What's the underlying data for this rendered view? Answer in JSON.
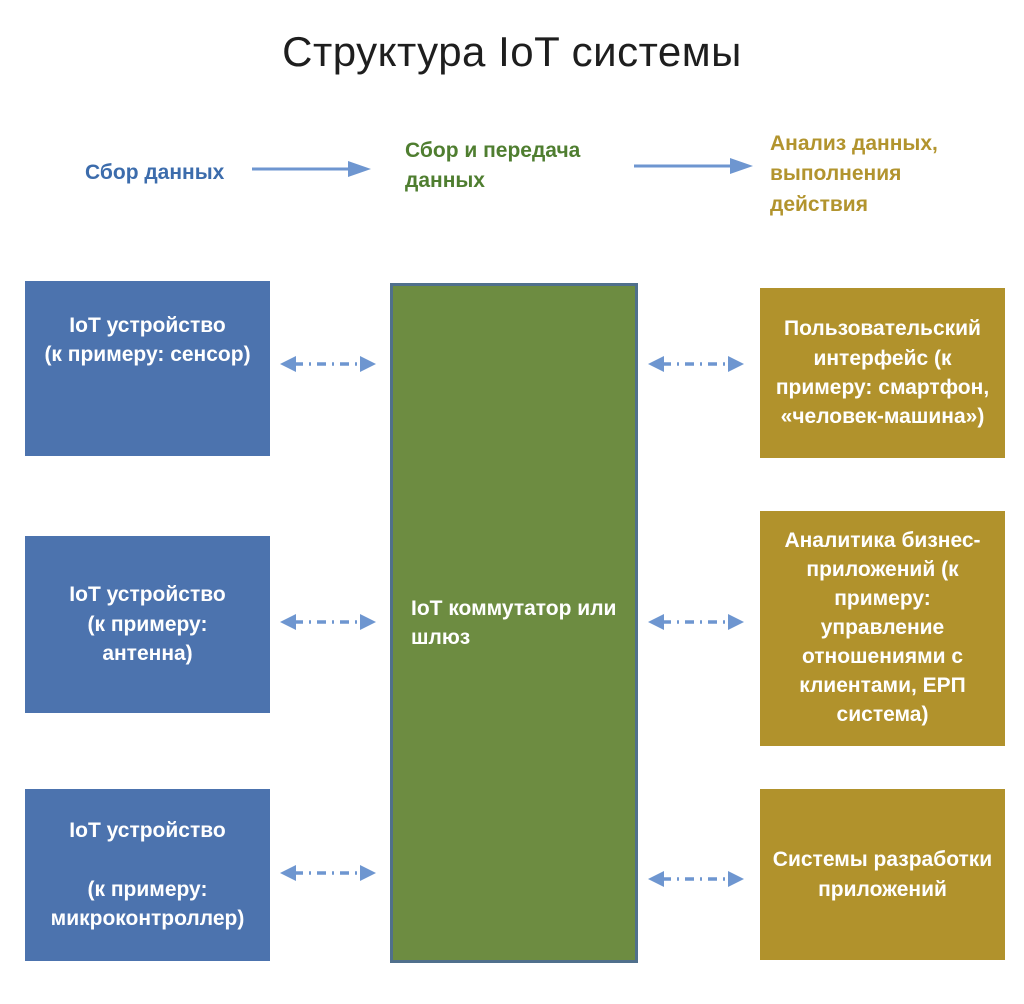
{
  "title": "Структура IoT системы",
  "colors": {
    "device_box": "#4c73ae",
    "gateway_box_fill": "#6d8c41",
    "gateway_box_border": "#50708c",
    "application_box": "#b1922c",
    "arrow": "#6e96d0",
    "stage_collect_text": "#3c6cac",
    "stage_transfer_text": "#4f7e30",
    "stage_analyze_text": "#b2942e"
  },
  "stages": {
    "collect": "Сбор данных",
    "transfer": "Сбор и передача\nданных",
    "analyze": "Анализ данных,\nвыполнения\nдействия"
  },
  "left_boxes": [
    {
      "text": "IoT устройство\n(к примеру: сенсор)"
    },
    {
      "text": "IoT устройство\n(к примеру:\nантенна)"
    },
    {
      "text": "IoT устройство\n\n(к примеру:\nмикроконтроллер)"
    }
  ],
  "center_box": {
    "text": "IoT коммутатор или\nшлюз"
  },
  "right_boxes": [
    {
      "text": "Пользовательский\nинтерфейс (к\nпримеру: смартфон,\n«человек-машина»)"
    },
    {
      "text": "Аналитика бизнес-\nприложений (к\nпримеру:\nуправление\nотношениями с\nклиентами, ЕРП\nсистема)"
    },
    {
      "text": "Системы разработки\nприложений"
    }
  ]
}
